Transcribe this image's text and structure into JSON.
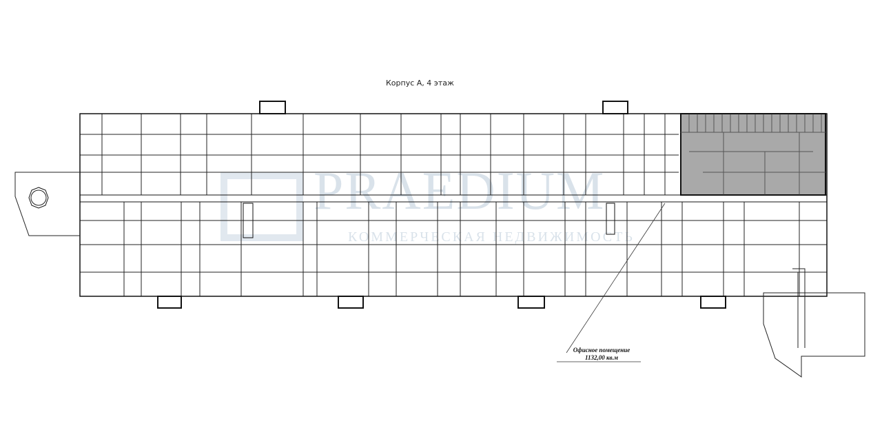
{
  "plan": {
    "title": "Корпус А, 4 этаж",
    "highlight_color": "#a9a9a9",
    "callout": {
      "line1": "Офисное помещение",
      "line2": "1132,00 кв.м"
    },
    "watermark": {
      "brand": "PRAEDIUM",
      "tagline": "КОММЕРЧЕСКАЯ НЕДВИЖИМОСТЬ"
    }
  }
}
